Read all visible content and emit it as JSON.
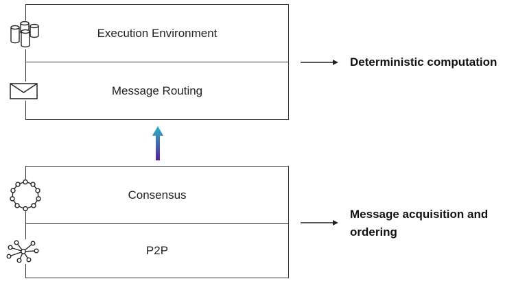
{
  "top_stack": {
    "layers": [
      {
        "label": "Execution Environment",
        "icon": "database-icon"
      },
      {
        "label": "Message Routing",
        "icon": "envelope-icon"
      }
    ],
    "annotation": "Deterministic computation"
  },
  "bottom_stack": {
    "layers": [
      {
        "label": "Consensus",
        "icon": "ring-network-icon"
      },
      {
        "label": "P2P",
        "icon": "peer-network-icon"
      }
    ],
    "annotation_line1": "Message acquisition and",
    "annotation_line2": "ordering"
  },
  "colors": {
    "stroke": "#333333",
    "arrow_gradient_top": "#2bb3c8",
    "arrow_gradient_bottom": "#5a1f9a"
  }
}
